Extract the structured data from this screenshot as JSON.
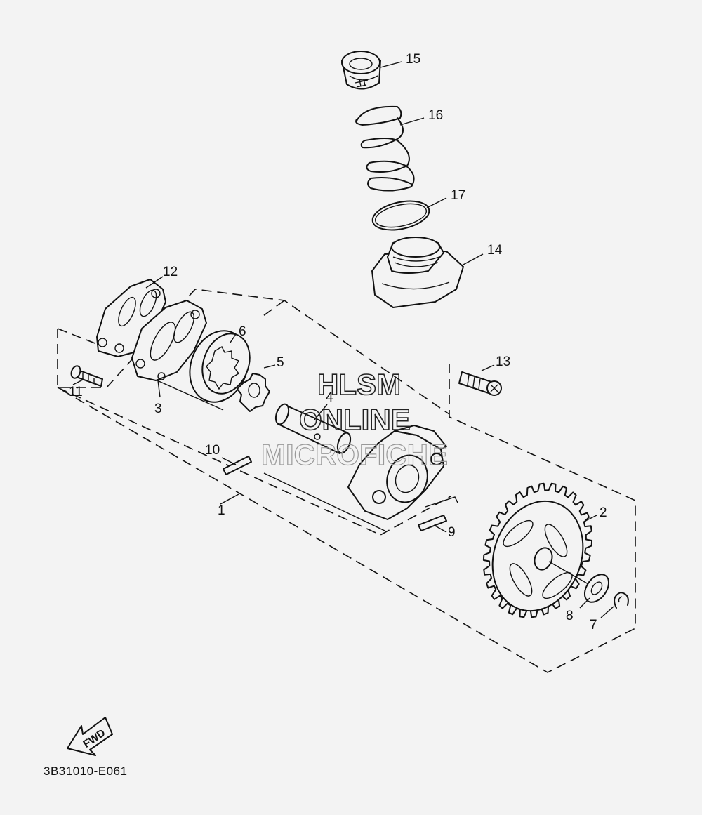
{
  "diagram": {
    "callouts": [
      "1",
      "2",
      "3",
      "4",
      "5",
      "6",
      "7",
      "8",
      "9",
      "10",
      "11",
      "12",
      "13",
      "14",
      "15",
      "16",
      "17"
    ],
    "watermark": {
      "line1": "HLSM",
      "line2": "ONLINE",
      "line3": "MICROFICHE"
    },
    "fwd_label": "FWD",
    "figure_code": "3B31010-E061"
  }
}
